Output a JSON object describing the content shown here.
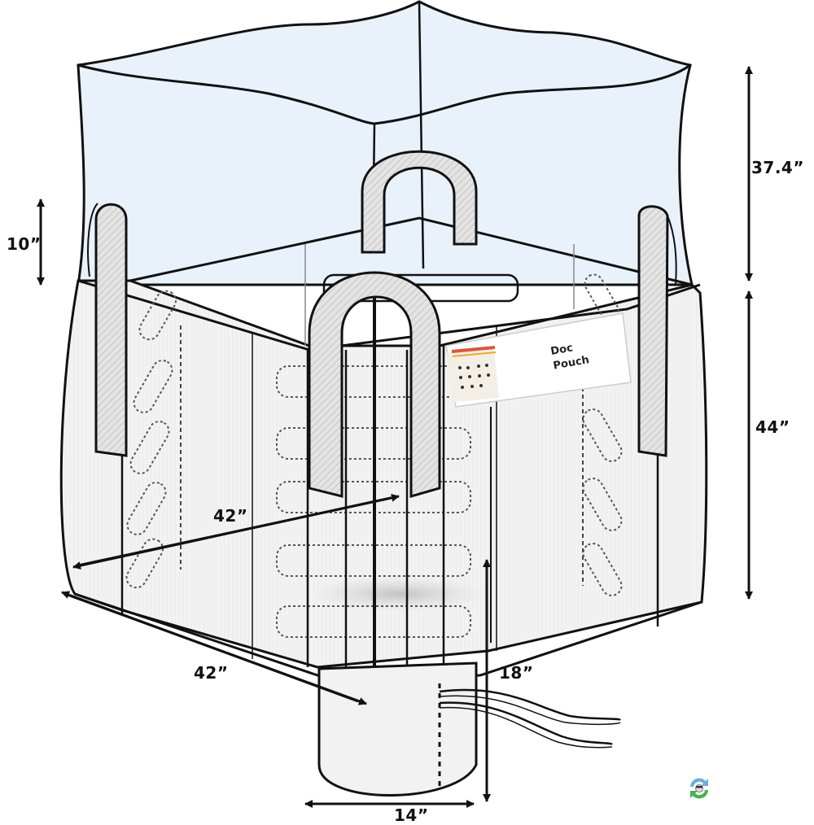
{
  "diagram": {
    "subject": "FIBC bulk bag with duffle top, four cross-corner lift loops, document pouch and discharge spout",
    "colors": {
      "outline": "#111111",
      "duffle_fill": "#e9f2fa",
      "body_fill": "#f3f3f3",
      "loop_fill": "#dcdcdc",
      "background": "#ffffff"
    },
    "dimensions": {
      "duffle_height": "37.4”",
      "body_height": "44”",
      "loop_height": "10”",
      "width_inner": "42”",
      "width_front": "42”",
      "spout_length": "18”",
      "spout_diameter": "14”"
    },
    "doc_pouch": {
      "line1": "Doc",
      "line2": "Pouch"
    },
    "logo": {
      "icon": "recycle-logo-icon"
    }
  }
}
